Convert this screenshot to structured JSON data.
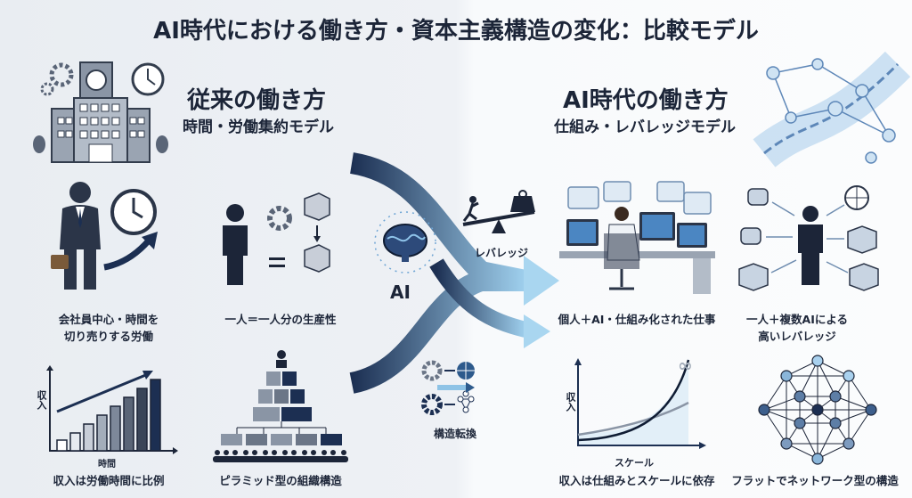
{
  "title": "AI時代における働き方・資本主義構造の変化：比較モデル",
  "left": {
    "heading": "従来の働き方",
    "subheading": "時間・労働集約モデル",
    "items": [
      {
        "caption_lines": [
          "会社員中心・時間を",
          "切り売りする労働"
        ]
      },
      {
        "caption_lines": [
          "一人＝一人分の生産性"
        ]
      },
      {
        "caption_lines": [
          "収入は労働時間に比例"
        ],
        "y_axis": "収入",
        "x_axis": "時間"
      },
      {
        "caption_lines": [
          "ピラミッド型の組織構造"
        ]
      }
    ]
  },
  "center": {
    "ai_label": "AI",
    "leverage_label": "レバレッジ",
    "transform_label": "構造転換"
  },
  "right": {
    "heading": "AI時代の働き方",
    "subheading": "仕組み・レバレッジモデル",
    "items": [
      {
        "caption_lines": [
          "個人＋AI・仕組み化された仕事"
        ]
      },
      {
        "caption_lines": [
          "一人＋複数AIによる",
          "高いレバレッジ"
        ]
      },
      {
        "caption_lines": [
          "収入は仕組みとスケールに依存"
        ],
        "y_axis": "収入",
        "x_axis": "スケール",
        "infinity": "∞"
      },
      {
        "caption_lines": [
          "フラットでネットワーク型の構造"
        ]
      }
    ]
  },
  "colors": {
    "navy": "#1c2f52",
    "gray": "#6b7687",
    "lightblue": "#8ec3e6"
  }
}
